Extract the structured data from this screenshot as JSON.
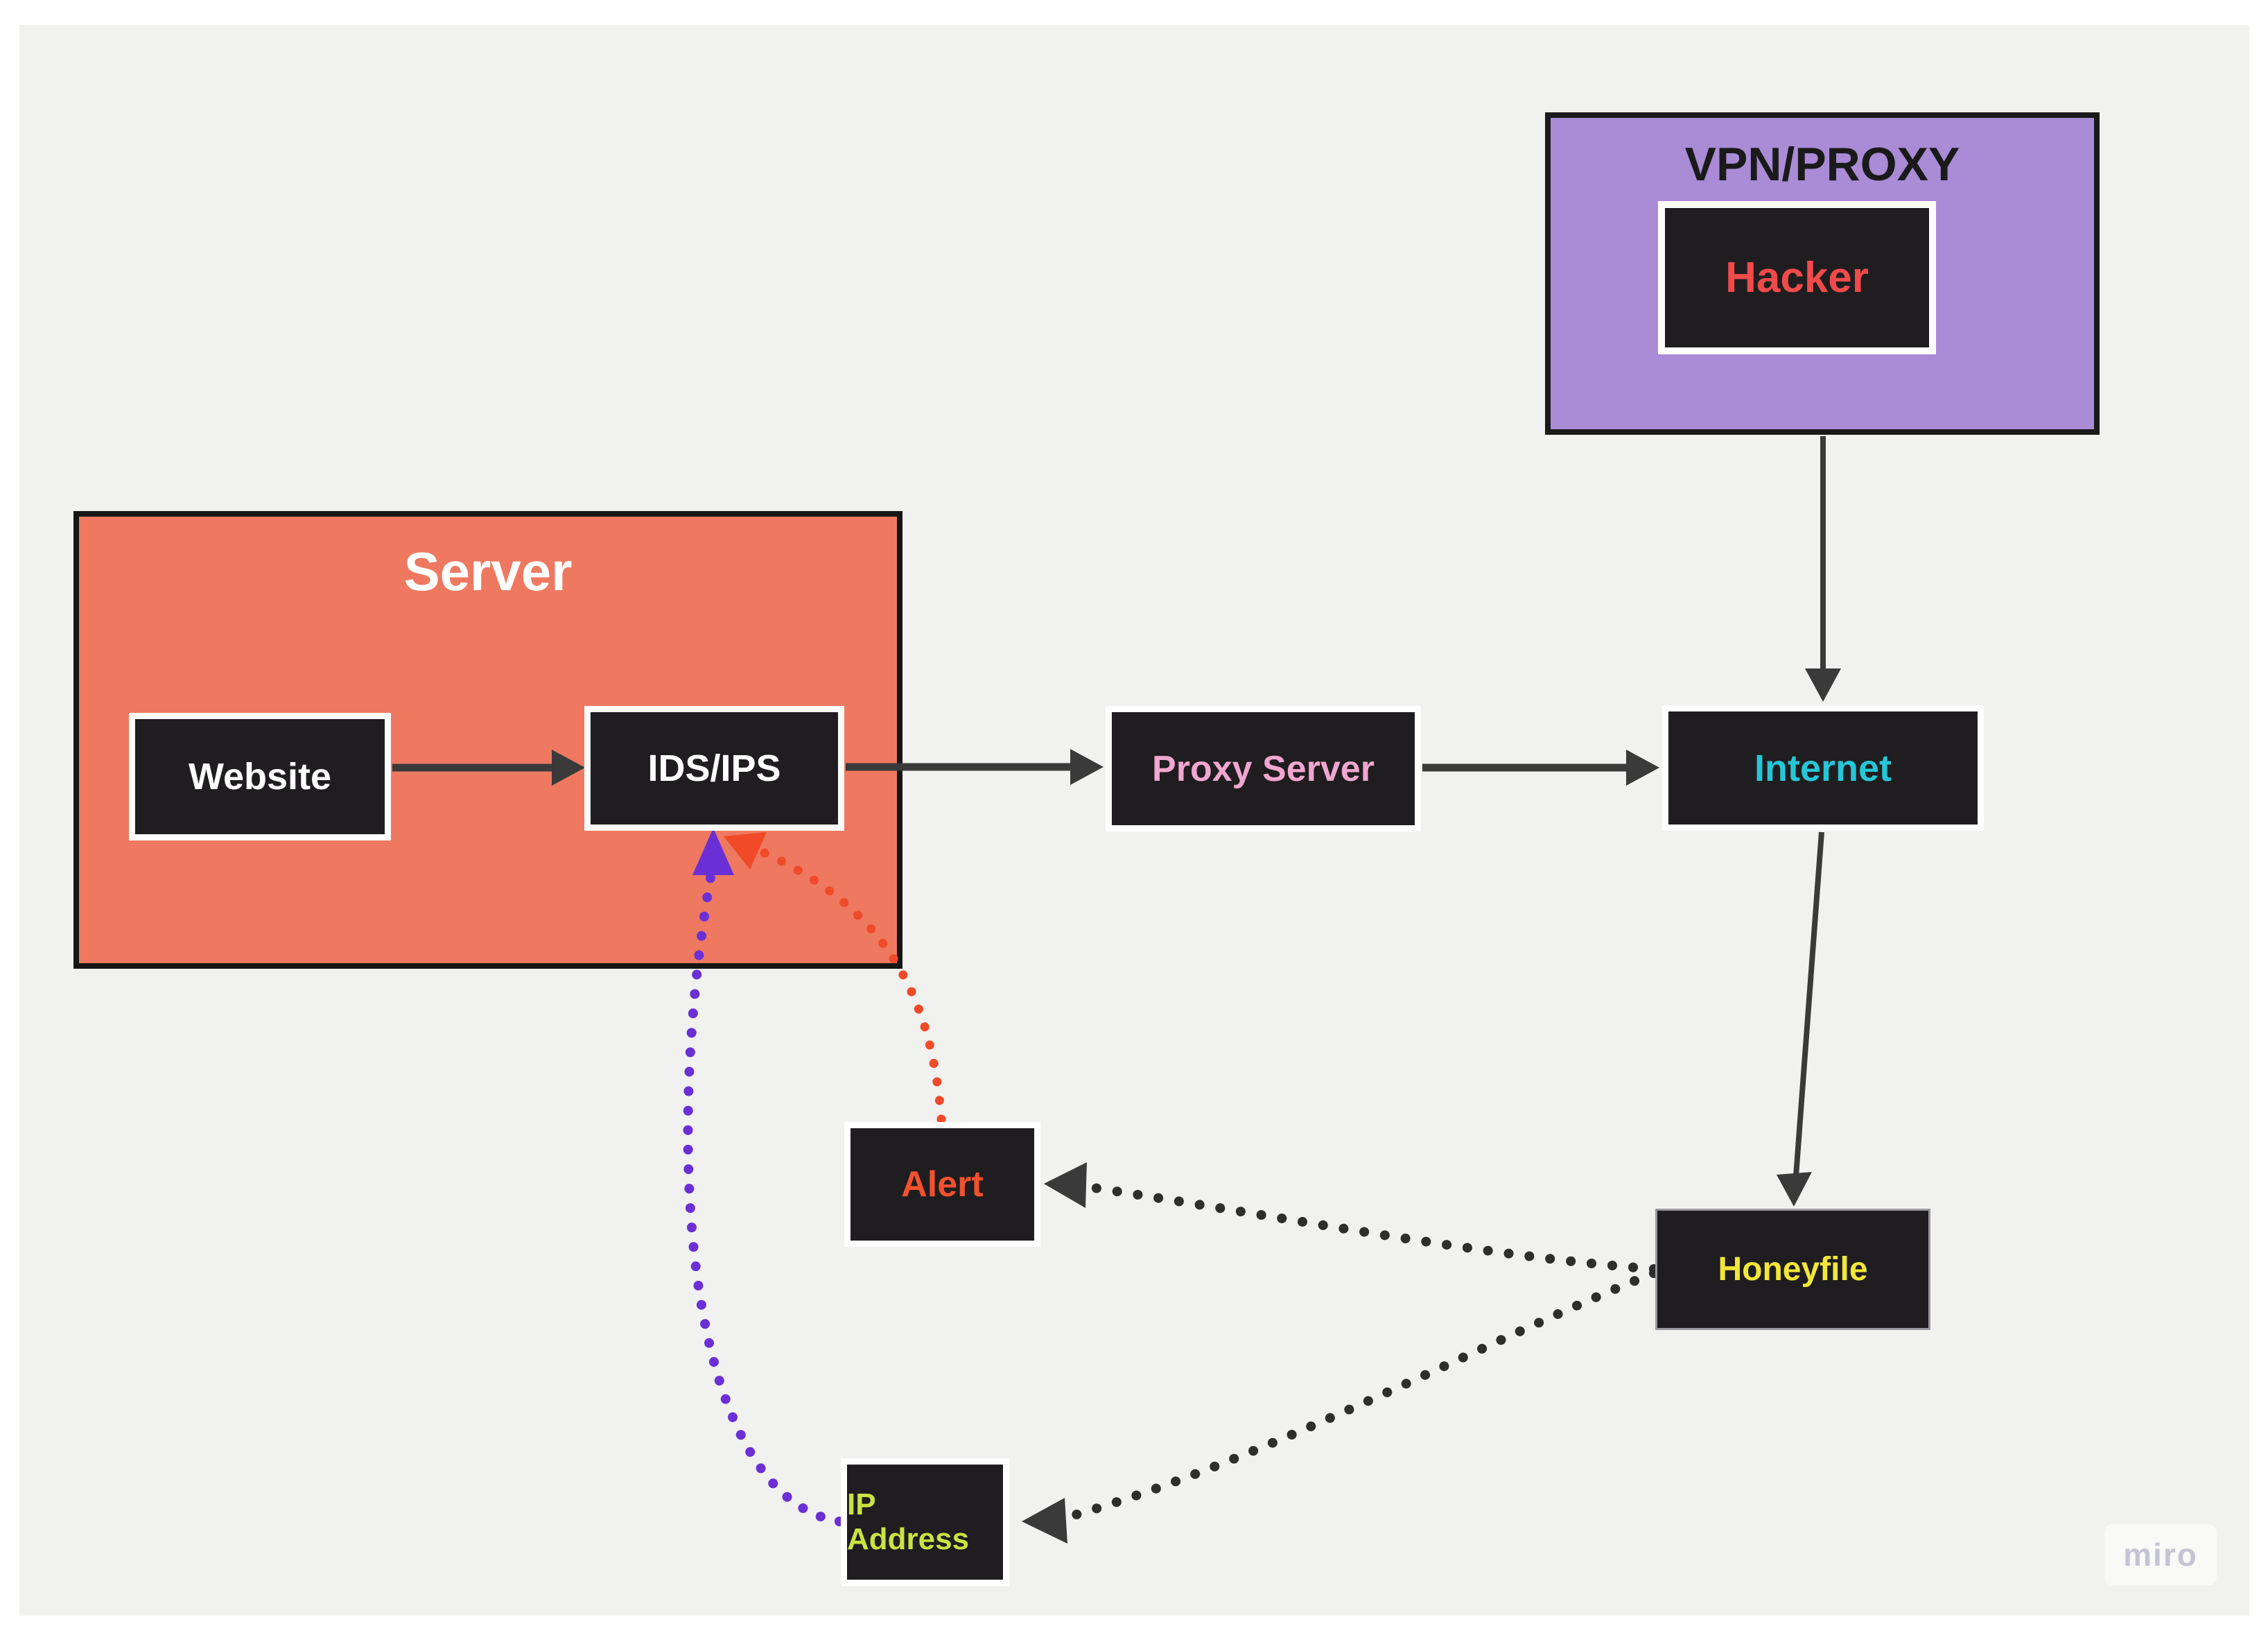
{
  "board": {
    "tool": "miro",
    "background_color": "#f1f1f0",
    "groups": {
      "server": {
        "title": "Server",
        "fill": "#ee7960",
        "border_color": "#161616",
        "title_color": "#ffffff"
      },
      "vpn": {
        "title": "VPN/PROXY",
        "fill": "#a98bd6",
        "border_color": "#1a1a1a",
        "title_color": "#1a1a1a"
      }
    },
    "nodes": {
      "website": {
        "label": "Website",
        "text_color": "#ffffff",
        "fill": "#1f1d1f",
        "border_color": "#ffffff",
        "parent": "server"
      },
      "idsips": {
        "label": "IDS/IPS",
        "text_color": "#ffffff",
        "fill": "#1f1d1f",
        "border_color": "#ffffff",
        "parent": "server"
      },
      "hacker": {
        "label": "Hacker",
        "text_color": "#f14a4a",
        "fill": "#1f1d1f",
        "border_color": "#ffffff",
        "parent": "vpn"
      },
      "proxy": {
        "label": "Proxy Server",
        "text_color": "#f0a6cf",
        "fill": "#1f1d1f",
        "border_color": "#ffffff",
        "parent": null
      },
      "internet": {
        "label": "Internet",
        "text_color": "#26c6d7",
        "fill": "#1f1d1f",
        "border_color": "#ffffff",
        "parent": null
      },
      "alert": {
        "label": "Alert",
        "text_color": "#f2512e",
        "fill": "#1f1d1f",
        "border_color": "#ffffff",
        "parent": null
      },
      "honeyfile": {
        "label": "Honeyfile",
        "text_color": "#f2e739",
        "fill": "#1f1d1f",
        "border_color": "#98979d",
        "parent": null
      },
      "ip": {
        "label": "IP Address",
        "text_color": "#c9e343",
        "fill": "#1f1d1f",
        "border_color": "#ffffff",
        "parent": null
      }
    },
    "connectors": [
      {
        "id": "website-to-idsips",
        "from": "website",
        "to": "idsips",
        "style": "solid",
        "color": "#3a3a3a"
      },
      {
        "id": "idsips-to-proxy",
        "from": "idsips",
        "to": "proxy",
        "style": "solid",
        "color": "#3a3a3a"
      },
      {
        "id": "proxy-to-internet",
        "from": "proxy",
        "to": "internet",
        "style": "solid",
        "color": "#3a3a3a"
      },
      {
        "id": "vpn-to-internet",
        "from": "vpn",
        "to": "internet",
        "style": "solid",
        "color": "#3a3a3a"
      },
      {
        "id": "internet-to-honeyfile",
        "from": "internet",
        "to": "honeyfile",
        "style": "solid",
        "color": "#3a3a3a"
      },
      {
        "id": "honeyfile-to-alert",
        "from": "honeyfile",
        "to": "alert",
        "style": "dotted",
        "color": "#2e2e2e"
      },
      {
        "id": "honeyfile-to-ip",
        "from": "honeyfile",
        "to": "ip",
        "style": "dotted",
        "color": "#2e2e2e"
      },
      {
        "id": "alert-to-idsips",
        "from": "alert",
        "to": "idsips",
        "style": "dotted",
        "color": "#f04a28"
      },
      {
        "id": "ip-to-idsips",
        "from": "ip",
        "to": "idsips",
        "style": "dotted",
        "color": "#6b2fd6"
      }
    ]
  },
  "watermark": {
    "label": "miro"
  }
}
